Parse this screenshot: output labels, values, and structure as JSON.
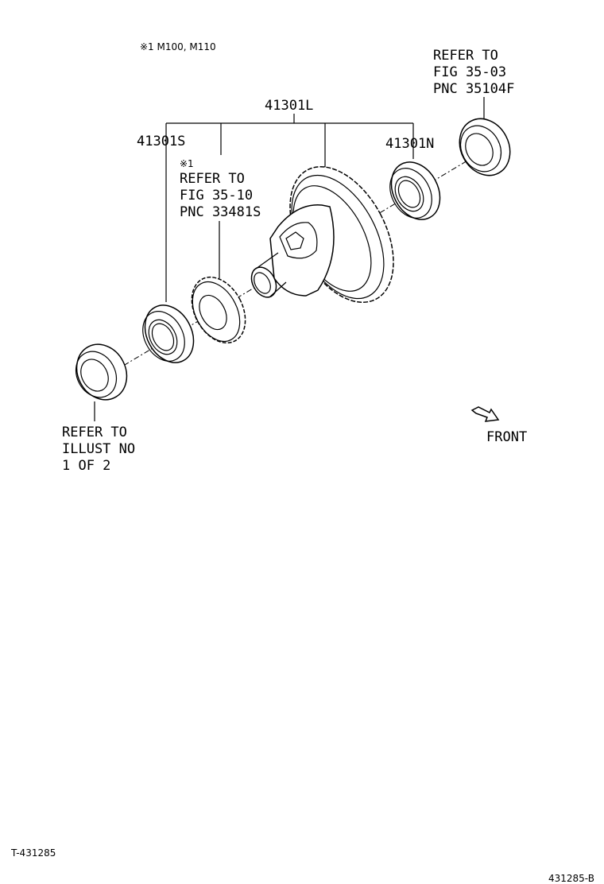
{
  "note": "※1 M100, M110",
  "labels": {
    "assembly": "41301L",
    "left_bearing": "41301S",
    "right_bearing": "41301N",
    "mark": "※1",
    "speedo_ref": [
      "REFER TO",
      "FIG 35-10",
      "PNC 33481S"
    ],
    "right_seal_ref": [
      "REFER TO",
      "FIG 35-03",
      "PNC 35104F"
    ],
    "left_seal_ref": [
      "REFER TO",
      "ILLUST NO",
      "1 OF 2"
    ],
    "front": "FRONT"
  },
  "footer": {
    "left_code": "T-431285",
    "right_code": "431285-B"
  }
}
